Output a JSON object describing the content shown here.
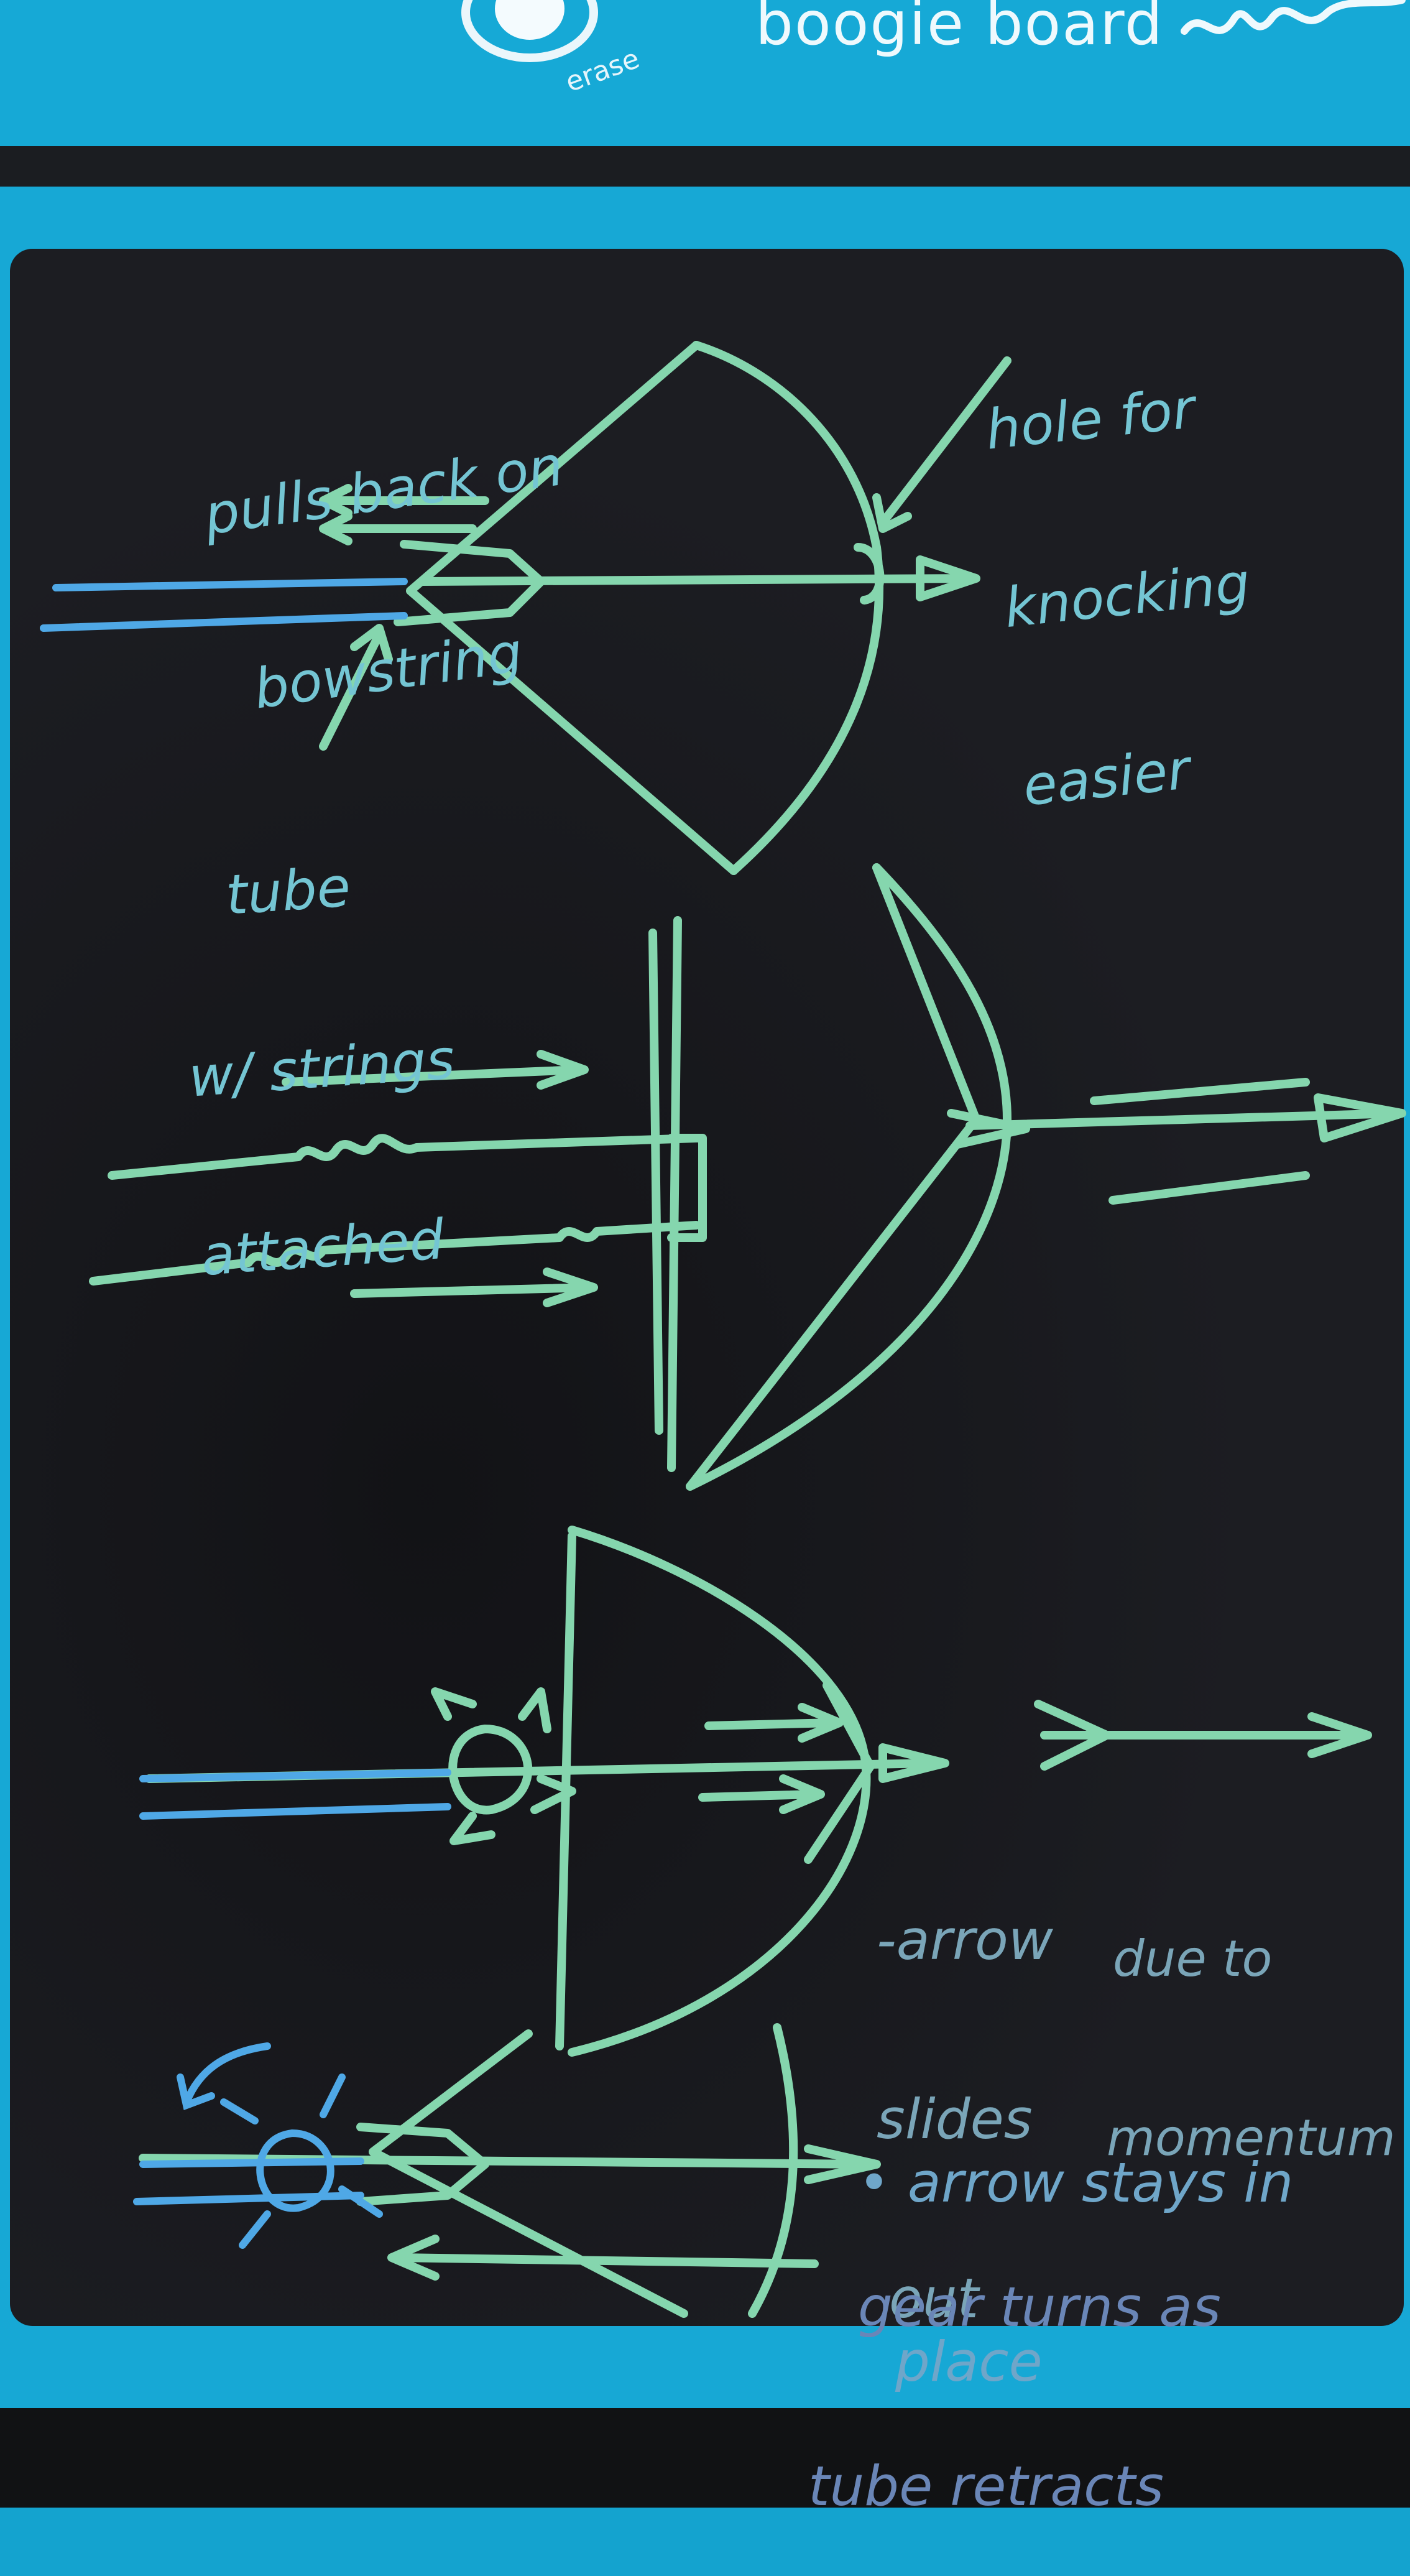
{
  "device": {
    "brand": "boogie board",
    "erase_label": "erase"
  },
  "annotations": {
    "pulls_back": [
      "pulls back on",
      "bowstring"
    ],
    "hole": [
      "hole for",
      "knocking",
      "easier"
    ],
    "tube": [
      "tube",
      "w/ strings",
      "attached"
    ],
    "arrow_slides": [
      "-arrow",
      "slides",
      "out"
    ],
    "due_to": [
      "due to",
      "momentum"
    ],
    "arrow_stays": [
      "• arrow stays in",
      "place"
    ],
    "gear_turns": [
      "gear turns as",
      "tube retracts"
    ]
  },
  "colors": {
    "ink": "#85d6ae",
    "ink_blue": "#4fa8e6",
    "frame": "#17a8d5",
    "screen": "#1c1d22"
  }
}
